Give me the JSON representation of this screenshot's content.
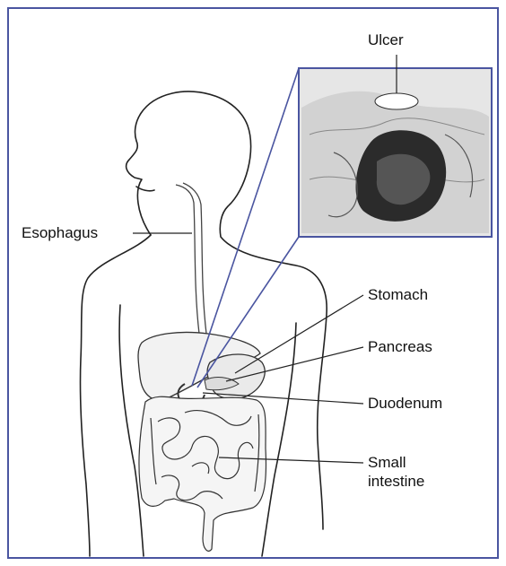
{
  "figure": {
    "labels": {
      "ulcer": "Ulcer",
      "esophagus": "Esophagus",
      "stomach": "Stomach",
      "pancreas": "Pancreas",
      "duodenum": "Duodenum",
      "small_intestine_line1": "Small",
      "small_intestine_line2": "intestine"
    },
    "colors": {
      "frame": "#4a55a0",
      "zoom_lines": "#4a55a0",
      "outline": "#222222",
      "inset_bg": "#e6e6e6",
      "ulcer": "#ffffff"
    }
  }
}
